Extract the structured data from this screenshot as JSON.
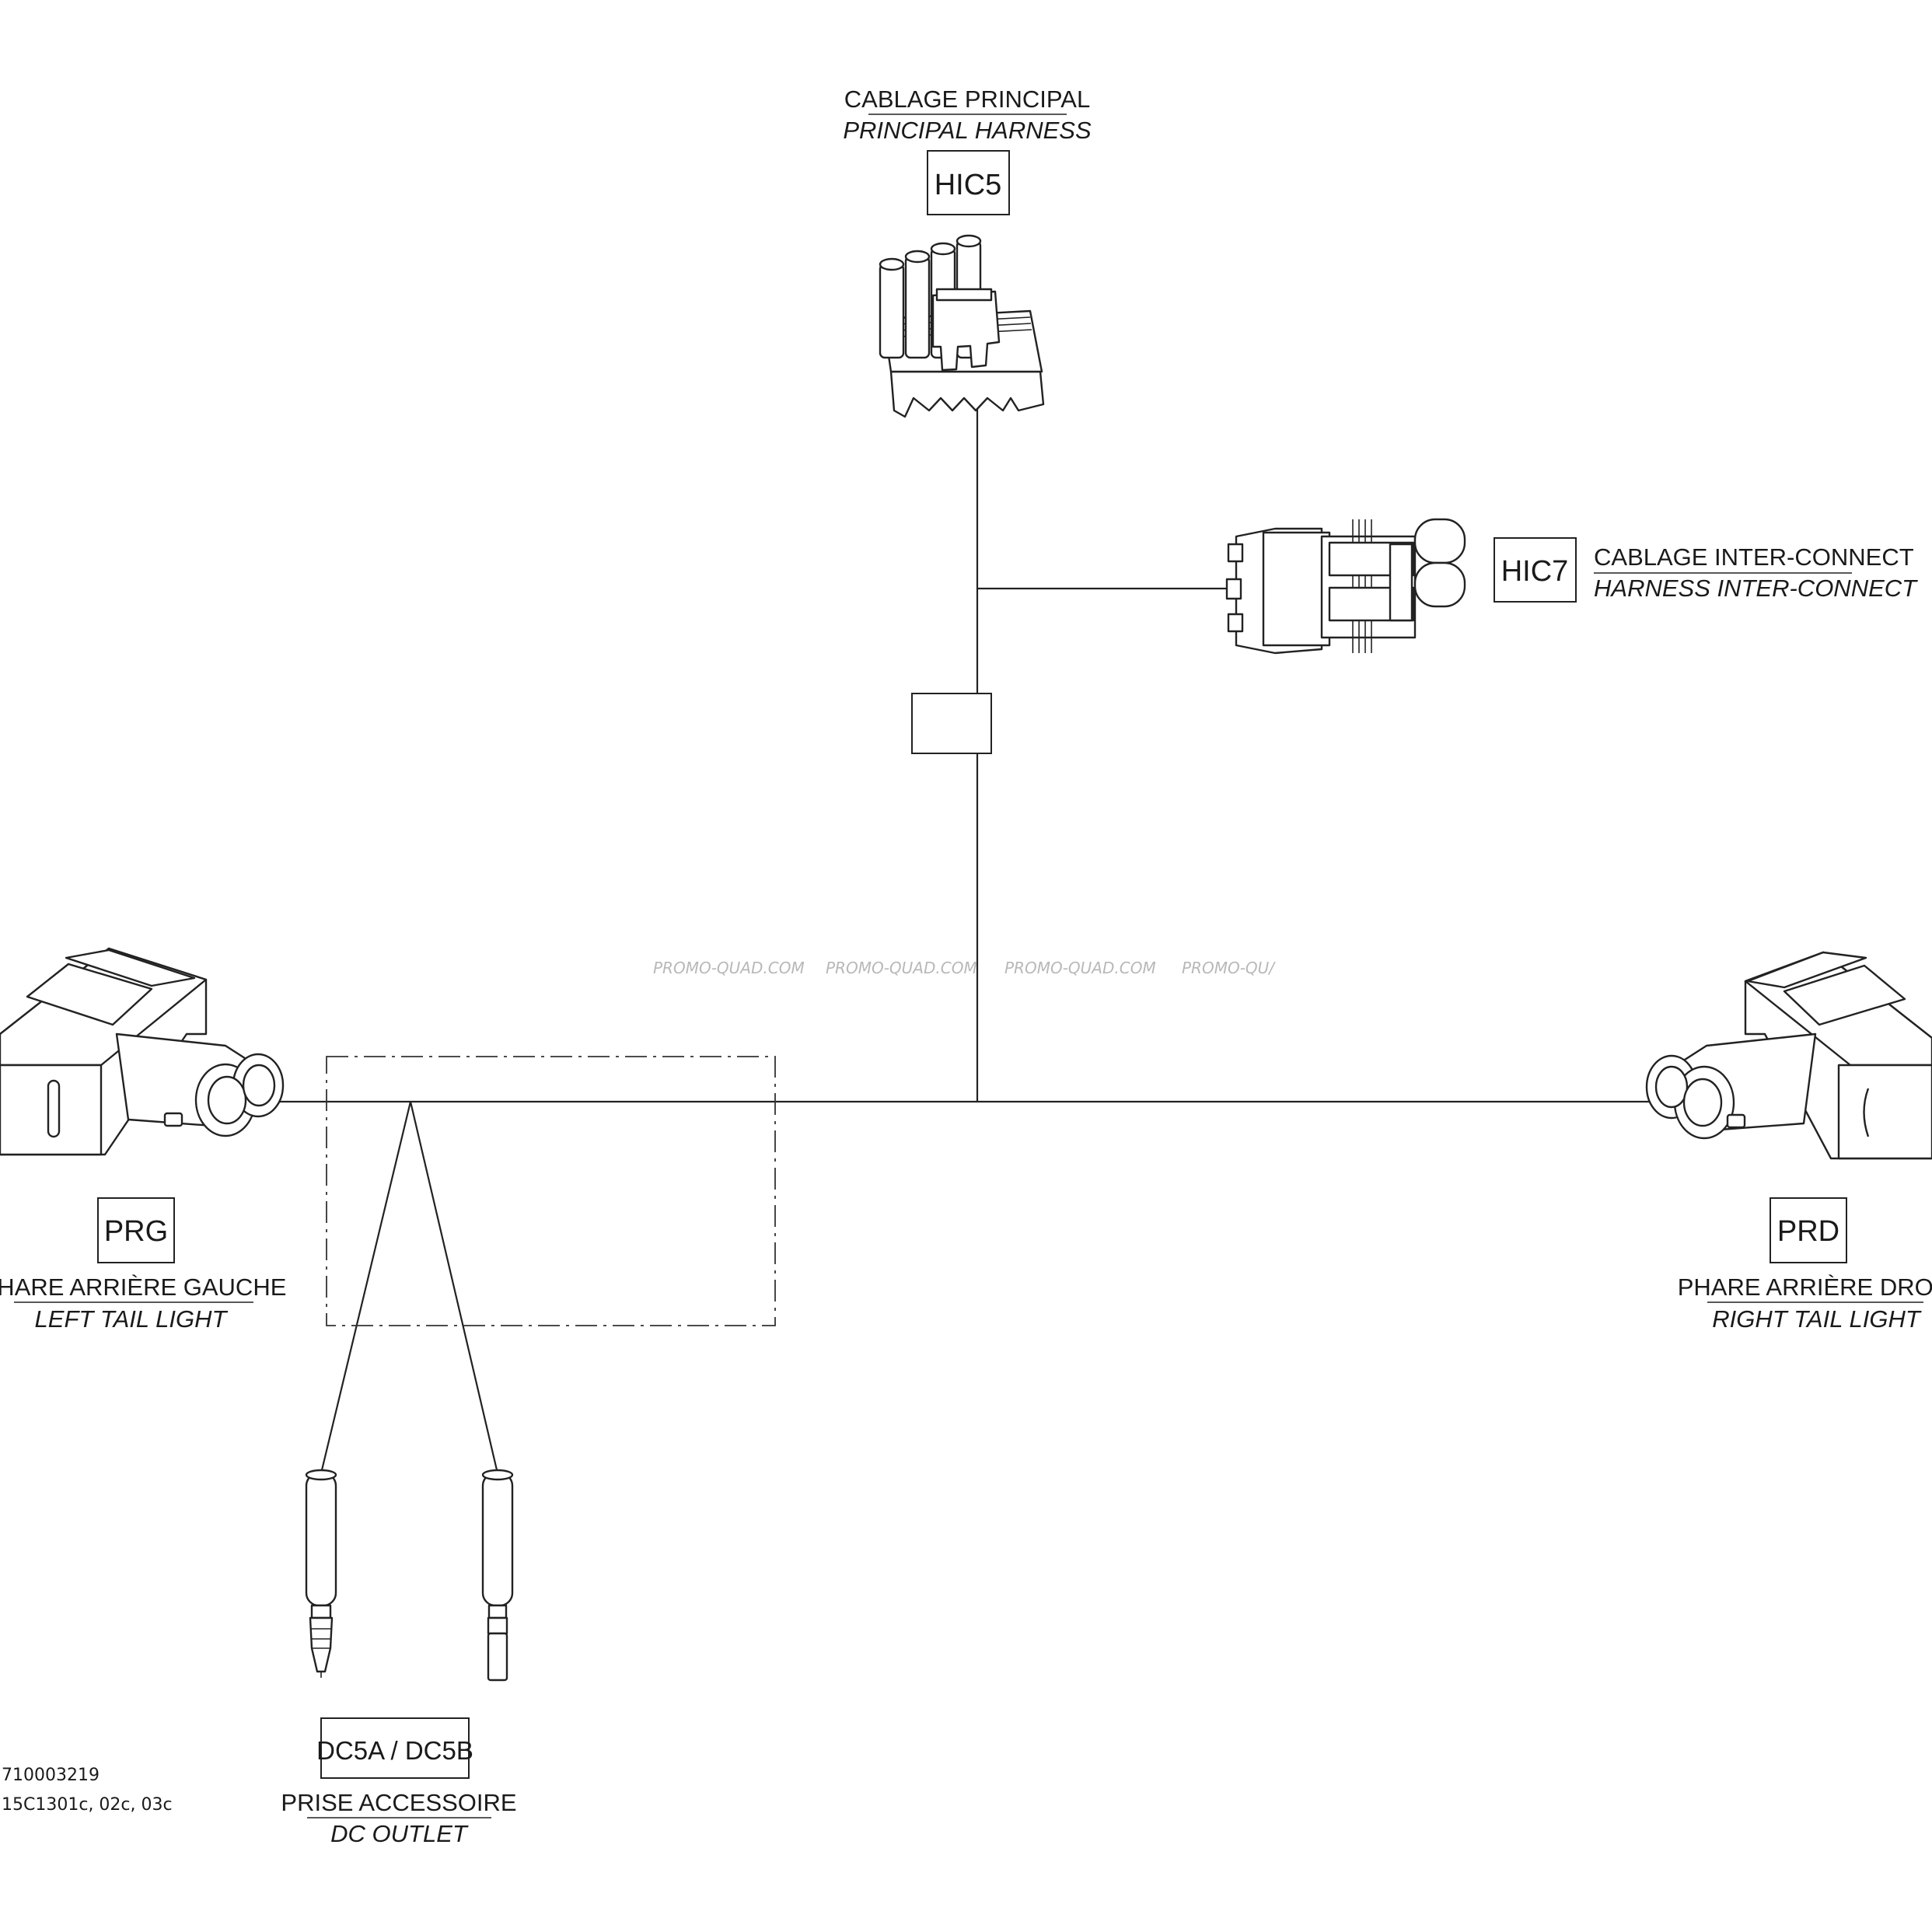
{
  "connectors": {
    "hic5": {
      "code": "HIC5",
      "label_fr": "CABLAGE PRINCIPAL",
      "label_en": "PRINCIPAL HARNESS",
      "icon": "4-pin-connector-icon"
    },
    "hic7": {
      "code": "HIC7",
      "label_fr": "CABLAGE INTER-CONNECT",
      "label_en": "HARNESS INTER-CONNECT",
      "icon": "2-pin-connector-icon"
    },
    "prg": {
      "code": "PRG",
      "label_fr": "PHARE ARRIÈRE GAUCHE",
      "label_en": "LEFT TAIL LIGHT",
      "icon": "tail-light-connector-icon"
    },
    "prd": {
      "code": "PRD",
      "label_fr": "PHARE ARRIÈRE DROIT",
      "label_en": "RIGHT TAIL LIGHT",
      "icon": "tail-light-connector-icon"
    },
    "dc5": {
      "code": "DC5A / DC5B",
      "label_fr": "PRISE ACCESSOIRE",
      "label_en": "DC OUTLET",
      "icon": "bullet-terminal-icon"
    }
  },
  "watermark": [
    "PROMO-QUAD.COM",
    "PROMO-QUAD.COM",
    "PROMO-QUAD.COM",
    "PROMO-QU/"
  ],
  "reference": {
    "part_number": "710003219",
    "figure_ids": "15C1301c, 02c, 03c"
  }
}
